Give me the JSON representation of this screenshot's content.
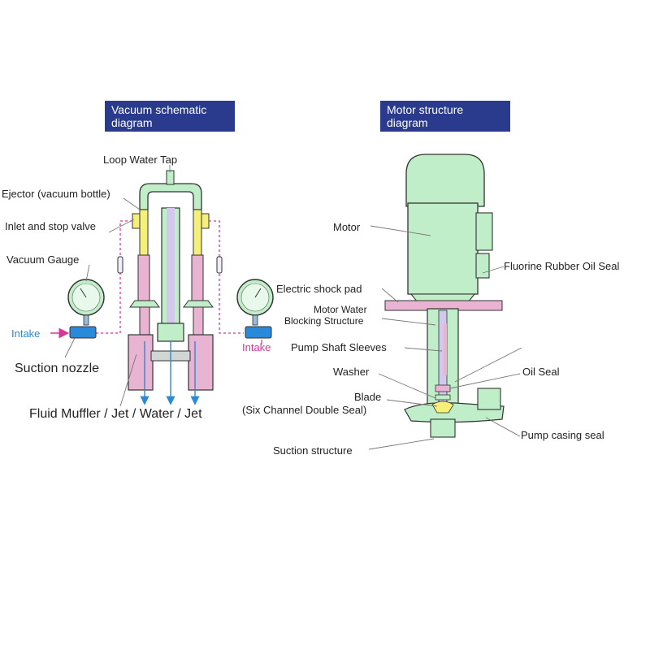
{
  "left_panel": {
    "title": "Vacuum schematic diagram",
    "labels": {
      "loop_water_tap": "Loop Water Tap",
      "ejector": "Ejector (vacuum bottle)",
      "inlet_stop_valve": "Inlet and stop valve",
      "vacuum_gauge": "Vacuum Gauge",
      "intake_left": "Intake",
      "intake_right": "Intake",
      "suction_nozzle": "Suction nozzle",
      "fluid_muffler": "Fluid Muffler / Jet / Water / Jet"
    }
  },
  "right_panel": {
    "title": "Motor structure diagram",
    "labels": {
      "motor": "Motor",
      "fluorine_seal": "Fluorine Rubber Oil Seal",
      "shock_pad": "Electric shock pad",
      "motor_water_1": "Motor Water",
      "motor_water_2": "Blocking Structure",
      "pump_shaft": "Pump Shaft Sleeves",
      "washer": "Washer",
      "oil_seal": "Oil Seal",
      "blade": "Blade",
      "six_channel": "(Six Channel Double Seal)",
      "pump_casing_seal": "Pump casing seal",
      "suction_structure": "Suction structure"
    }
  },
  "colors": {
    "header_bg": "#2a3a8c",
    "machine_green": "#bfeec8",
    "pink": "#e8b4d2",
    "yellow": "#f4f07a",
    "lavender": "#d2c8ee",
    "intake_blue": "#2a8ad8",
    "intake_magenta": "#d8349a",
    "leader": "#777777"
  }
}
